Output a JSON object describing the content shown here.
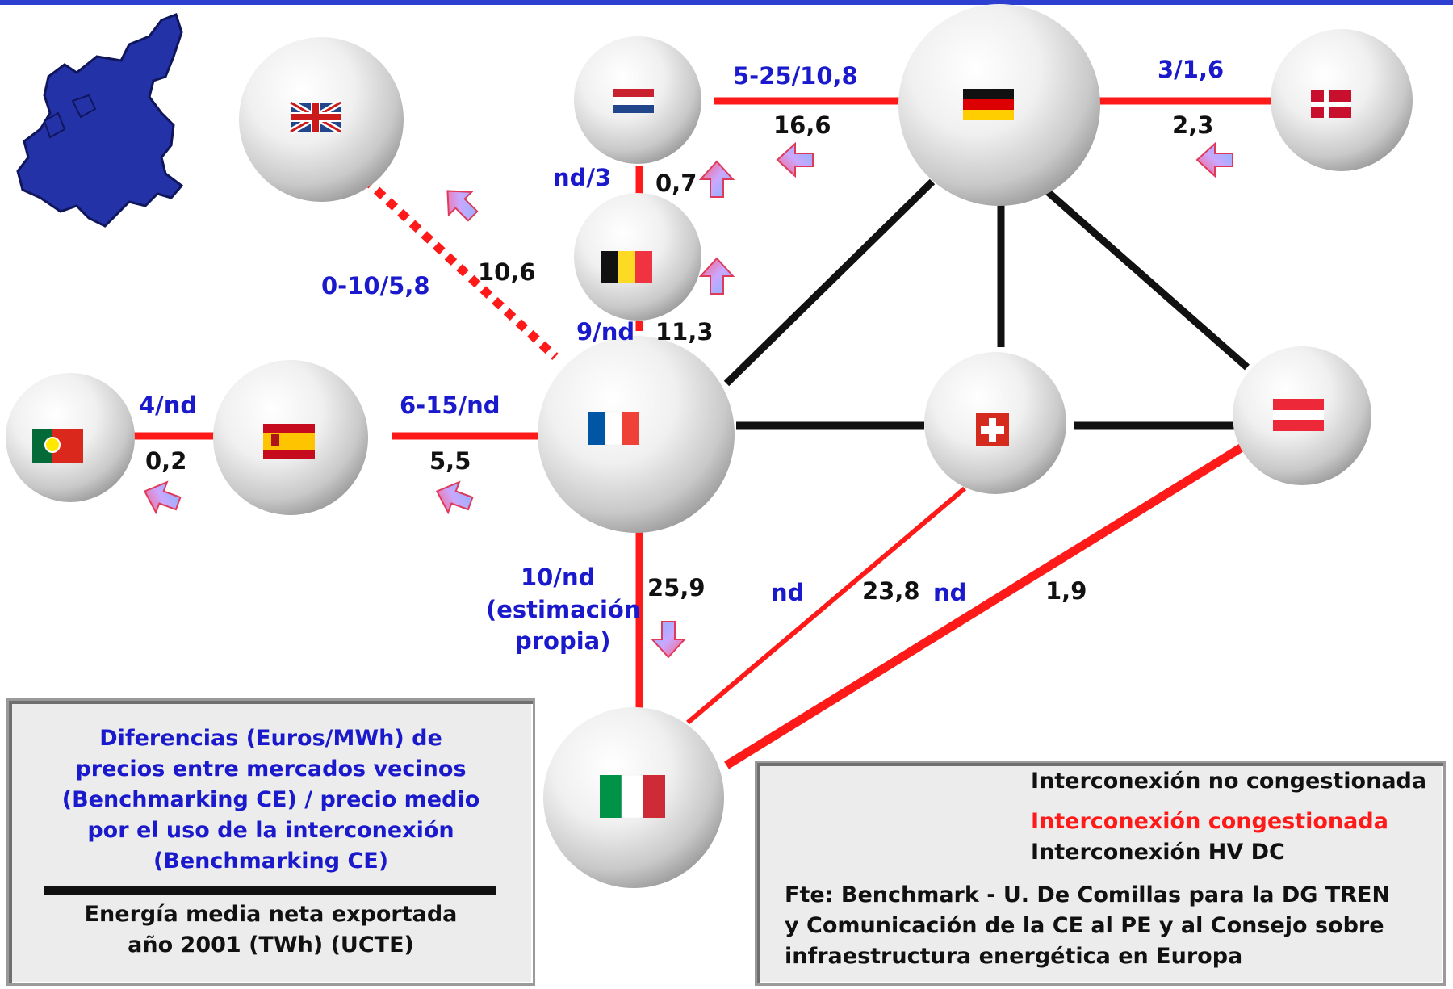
{
  "colors": {
    "congested": "#ff1a1a",
    "uncongested": "#111111",
    "label_blue": "#1a1acc",
    "top_bar": "#2d3fd0"
  },
  "nodes": [
    {
      "id": "uk",
      "flag": "flag-uk"
    },
    {
      "id": "nl",
      "flag": "flag-netherlands"
    },
    {
      "id": "de",
      "flag": "flag-germany"
    },
    {
      "id": "dk",
      "flag": "flag-denmark"
    },
    {
      "id": "be",
      "flag": "flag-belgium"
    },
    {
      "id": "pt",
      "flag": "flag-portugal"
    },
    {
      "id": "es",
      "flag": "flag-spain"
    },
    {
      "id": "fr",
      "flag": "flag-france"
    },
    {
      "id": "ch",
      "flag": "flag-switzerland"
    },
    {
      "id": "at",
      "flag": "flag-austria"
    },
    {
      "id": "it",
      "flag": "flag-italy"
    }
  ],
  "links": [
    {
      "from": "nl",
      "to": "de",
      "type": "congested",
      "price": "5-25/10,8",
      "energy": "16,6"
    },
    {
      "from": "de",
      "to": "dk",
      "type": "congested",
      "price": "3/1,6",
      "energy": "2,3"
    },
    {
      "from": "nl",
      "to": "be",
      "type": "congested",
      "price": "nd/3",
      "energy": "0,7"
    },
    {
      "from": "uk",
      "to": "fr",
      "type": "hvdc",
      "price": "0-10/5,8",
      "energy": "10,6"
    },
    {
      "from": "be",
      "to": "fr",
      "type": "congested",
      "price": "9/nd",
      "energy": "11,3"
    },
    {
      "from": "pt",
      "to": "es",
      "type": "congested",
      "price": "4/nd",
      "energy": "0,2"
    },
    {
      "from": "es",
      "to": "fr",
      "type": "congested",
      "price": "6-15/nd",
      "energy": "5,5"
    },
    {
      "from": "fr",
      "to": "it",
      "type": "congested",
      "price": "10/nd",
      "price_note": "(estimación",
      "price_note2": "propia)",
      "energy": "25,9"
    },
    {
      "from": "ch",
      "to": "it",
      "type": "congested",
      "price": "nd",
      "energy": "23,8"
    },
    {
      "from": "at",
      "to": "it",
      "type": "congested",
      "price": "nd",
      "energy": "1,9"
    },
    {
      "from": "fr",
      "to": "de",
      "type": "uncongested"
    },
    {
      "from": "fr",
      "to": "ch",
      "type": "uncongested"
    },
    {
      "from": "ch",
      "to": "at",
      "type": "uncongested"
    },
    {
      "from": "de",
      "to": "ch",
      "type": "uncongested"
    },
    {
      "from": "de",
      "to": "at",
      "type": "uncongested"
    }
  ],
  "key_box": {
    "price_line1": "Diferencias (Euros/MWh) de",
    "price_line2": "precios entre mercados vecinos",
    "price_line3": "(Benchmarking CE) / precio medio",
    "price_line4": "por el uso de la interconexión",
    "price_line5": "(Benchmarking CE)",
    "energy_line1": "Energía media neta exportada",
    "energy_line2": "año 2001 (TWh) (UCTE)"
  },
  "legend": {
    "uncongested": "Interconexión no congestionada",
    "congested": "Interconexión congestionada",
    "hvdc": "Interconexión HV DC"
  },
  "source": {
    "line1": "Fte: Benchmark - U. De Comillas para la DG TREN",
    "line2": "y Comunicación de la CE al PE y al Consejo sobre",
    "line3": "infraestructura energética en Europa"
  },
  "icons": {
    "map": "europe-map-icon",
    "arrow": "flow-arrow-icon"
  }
}
